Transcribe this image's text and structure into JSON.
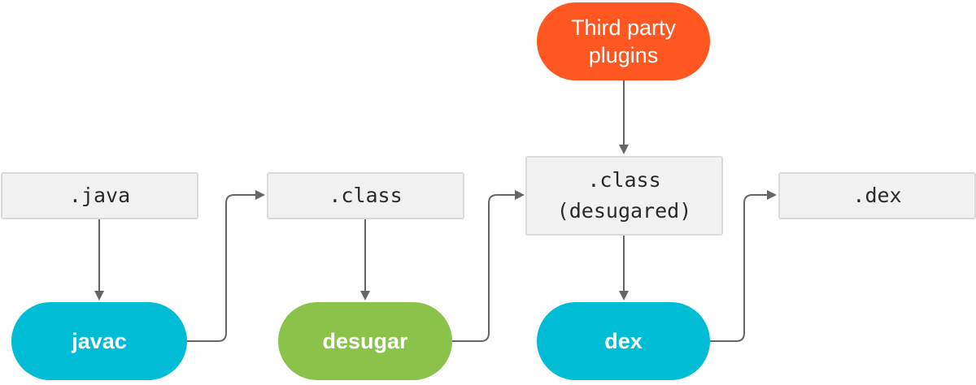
{
  "nodes": {
    "java_file": ".java",
    "class_file": ".class",
    "desugared_class_file": ".class\n(desugared)",
    "dex_file": ".dex",
    "javac": "javac",
    "desugar": "desugar",
    "dex": "dex",
    "third_party": "Third party\nplugins"
  },
  "colors": {
    "file_fill": "#f1f1f1",
    "file_border": "#dadada",
    "tool_blue": "#00bcd5",
    "tool_green": "#8bc34a",
    "plugin_orange": "#ff5722",
    "connector": "#666666"
  }
}
